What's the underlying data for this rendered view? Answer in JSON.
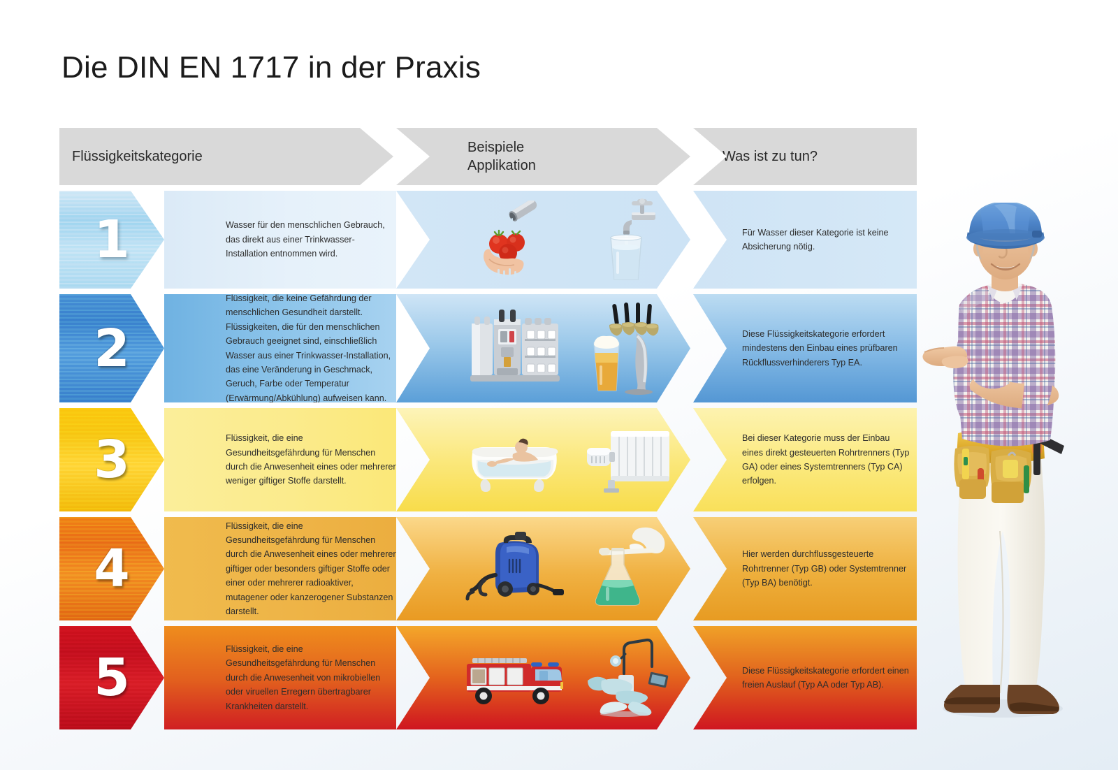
{
  "page": {
    "title": "Die DIN EN 1717 in der Praxis",
    "background_color": "#ffffff"
  },
  "table": {
    "headers": [
      {
        "label": "Flüssigkeitskategorie"
      },
      {
        "label_line1": "Beispiele",
        "label_line2": "Applikation"
      },
      {
        "label": "Was ist zu tun?"
      }
    ],
    "rows": [
      {
        "number": "1",
        "accent_color": "#a9d6ef",
        "description": "Wasser für den menschlichen Gebrauch, das direkt aus einer Trinkwasser-Installation entnommen wird.",
        "examples": [
          "hand-washing-tomatoes-under-tap",
          "glass-of-water-under-faucet"
        ],
        "action": "Für Wasser dieser Kategorie ist keine Absicherung nötig."
      },
      {
        "number": "2",
        "accent_color": "#3f86cd",
        "description": "Flüssigkeit, die keine Gefährdung der menschlichen Gesundheit darstellt. Flüssigkeiten, die für den menschlichen Gebrauch geeignet sind, einschließlich Wasser aus einer Trinkwasser-Installation, das eine Veränderung in Geschmack, Geruch, Farbe oder Temperatur (Erwärmung/Abkühlung) aufweisen kann.",
        "examples": [
          "coffee-machine",
          "beer-tap-with-glass"
        ],
        "action": "Diese Flüssigkeitskategorie erfordert mindestens den Einbau eines prüfbaren Rückflussverhinderers Typ EA."
      },
      {
        "number": "3",
        "accent_color": "#f7c413",
        "description": "Flüssigkeit, die eine Gesundheitsgefährdung für Menschen durch die Anwesenheit eines oder mehrerer weniger giftiger Stoffe darstellt.",
        "examples": [
          "person-in-bathtub",
          "radiator-with-thermostat"
        ],
        "action": "Bei dieser Kategorie muss der Einbau eines direkt gesteuerten Rohrtrenners (Typ GA) oder eines Systemtrenners (Typ CA) erfolgen."
      },
      {
        "number": "4",
        "accent_color": "#e8731a",
        "description": "Flüssigkeit, die eine Gesundheitsgefährdung für Menschen durch die Anwesenheit eines oder mehrerer giftiger oder besonders giftiger Stoffe oder einer oder mehrerer radioaktiver, mutagener oder kanzerogener Substanzen darstellt.",
        "examples": [
          "high-pressure-cleaner",
          "laboratory-flask-with-gloved-hand"
        ],
        "action": "Hier werden durchflussgesteuerte Rohrtrenner (Typ GB) oder Systemtrenner (Typ BA) benötigt."
      },
      {
        "number": "5",
        "accent_color": "#c21020",
        "description": "Flüssigkeit, die eine Gesundheitsgefährdung für Menschen durch die Anwesenheit von mikrobiellen oder viruellen Erregern übertragbarer Krankheiten darstellt.",
        "examples": [
          "fire-engine",
          "dentist-chair"
        ],
        "action": "Diese Flüssigkeitskategorie erfordert einen freien Auslauf (Typ AA oder Typ AB)."
      }
    ]
  },
  "worker": {
    "name": "craftsman-pointing-left",
    "helmet_color": "#5b8fd0",
    "toolbelt_color": "#e8bb33"
  }
}
